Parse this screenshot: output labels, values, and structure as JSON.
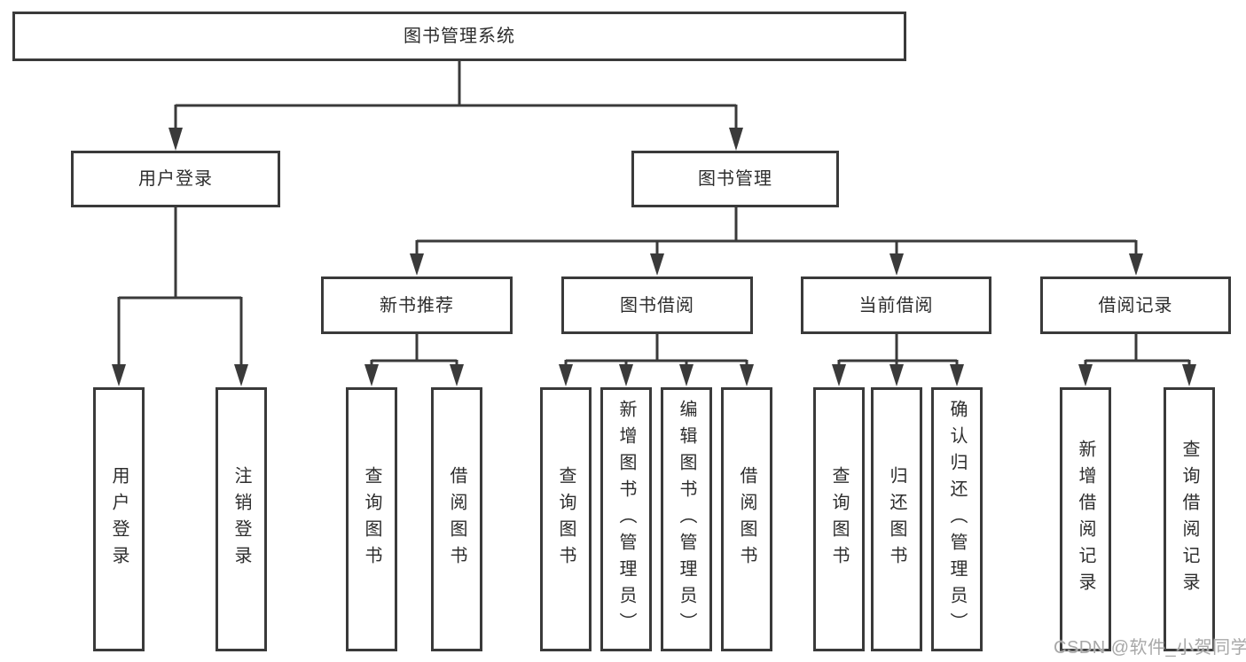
{
  "tree": {
    "root": "图书管理系统",
    "children": [
      {
        "label": "用户登录",
        "children": [
          "用户登录",
          "注销登录"
        ]
      },
      {
        "label": "图书管理",
        "children": [
          {
            "label": "新书推荐",
            "children": [
              "查询图书",
              "借阅图书"
            ]
          },
          {
            "label": "图书借阅",
            "children": [
              "查询图书",
              "新增图书（管理员）",
              "编辑图书（管理员）",
              "借阅图书"
            ]
          },
          {
            "label": "当前借阅",
            "children": [
              "查询图书",
              "归还图书",
              "确认归还（管理员）"
            ]
          },
          {
            "label": "借阅记录",
            "children": [
              "新增借阅记录",
              "查询借阅记录"
            ]
          }
        ]
      }
    ]
  },
  "watermark": "CSDN @软件_小贺同学",
  "colors": {
    "line": "#3a3a3a",
    "text": "#2d2d2d",
    "watermark": "#a8a8a8",
    "background": "#ffffff"
  }
}
